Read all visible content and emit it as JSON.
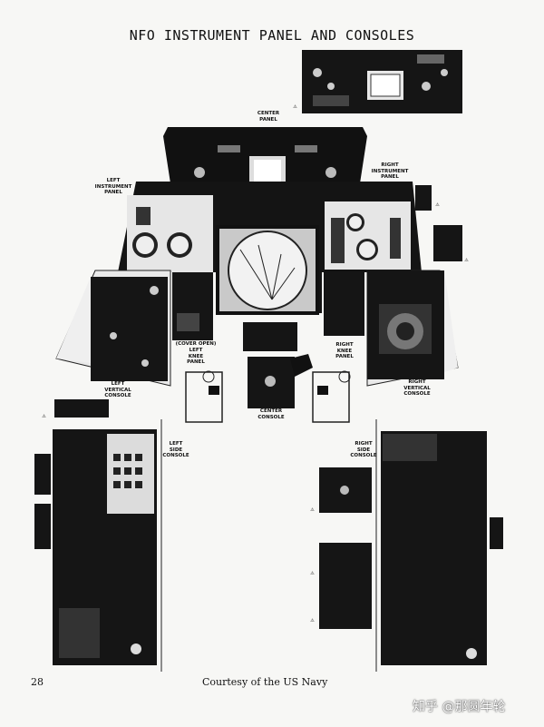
{
  "title": "NFO INSTRUMENT PANEL AND CONSOLES",
  "labels": {
    "center_panel": "CENTER\nPANEL",
    "left_instrument_panel": "LEFT\nINSTRUMENT\nPANEL",
    "right_instrument_panel": "RIGHT\nINSTRUMENT\nPANEL",
    "cover_open": "(COVER OPEN)",
    "left_knee_panel": "LEFT\nKNEE\nPANEL",
    "right_knee_panel": "RIGHT\nKNEE\nPANEL",
    "left_vertical_console": "LEFT\nVERTICAL\nCONSOLE",
    "right_vertical_console": "RIGHT\nVERTICAL\nCONSOLE",
    "center_console": "CENTER\nCONSOLE",
    "left_side_console": "LEFT\nSIDE\nCONSOLE",
    "right_side_console": "RIGHT\nSIDE\nCONSOLE"
  },
  "callout_glyph": "⚠",
  "page_number": "28",
  "credit": "Courtesy of the US Navy",
  "watermark": "知乎 @那圆年轮"
}
